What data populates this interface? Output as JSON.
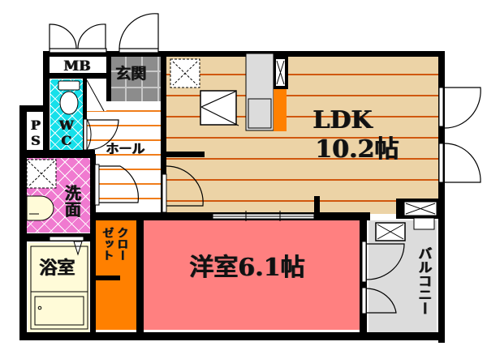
{
  "floorplan": {
    "rooms": {
      "mb": {
        "label": "MB"
      },
      "genkan": {
        "label": "玄関"
      },
      "ps": {
        "label": "PS"
      },
      "wc": {
        "label": "WC"
      },
      "hall": {
        "label": "ホール"
      },
      "ldk": {
        "label_line1": "LDK",
        "label_line2": "10.2帖"
      },
      "washroom": {
        "label": "洗面"
      },
      "closet": {
        "label_col1": "クロー",
        "label_col2": "ゼット"
      },
      "western_room": {
        "label": "洋室6.1帖"
      },
      "bathroom": {
        "label": "浴室"
      },
      "balcony": {
        "label": "バルコニー"
      }
    },
    "colors": {
      "wall": "#000000",
      "ldk_floor": "#ecd3a6",
      "floor_lines": "#d0580f",
      "western_room": "#ff8080",
      "closet": "#ff8000",
      "wc_tile": "#16e0ea",
      "washroom_tile": "#f07ad0",
      "genkan_tile": "#8c8c8c",
      "bathroom": "#fffbd8",
      "balcony": "#dcdcdc"
    }
  }
}
